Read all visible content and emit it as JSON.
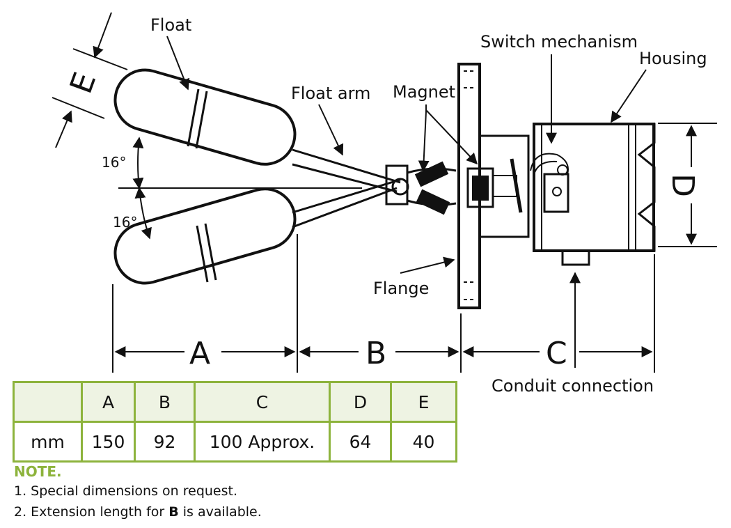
{
  "labels": {
    "float": "Float",
    "float_arm": "Float arm",
    "magnet": "Magnet",
    "switch_mechanism": "Switch mechanism",
    "housing": "Housing",
    "flange": "Flange",
    "conduit_connection": "Conduit connection",
    "angle_top": "16°",
    "angle_bottom": "16°"
  },
  "dimension_letters": {
    "a": "A",
    "b": "B",
    "c": "C",
    "d": "D",
    "e": "E"
  },
  "table": {
    "header": [
      "",
      "A",
      "B",
      "C",
      "D",
      "E"
    ],
    "row": [
      "mm",
      "150",
      "92",
      "100 Approx.",
      "64",
      "40"
    ]
  },
  "notes": {
    "title": "NOTE.",
    "line1": "1. Special dimensions on request.",
    "line2_prefix": "2. Extension length for ",
    "line2_bold": "B",
    "line2_suffix": " is available."
  },
  "colors": {
    "accent": "#8db33c",
    "header_fill": "#eef3e3",
    "ink": "#111111"
  }
}
